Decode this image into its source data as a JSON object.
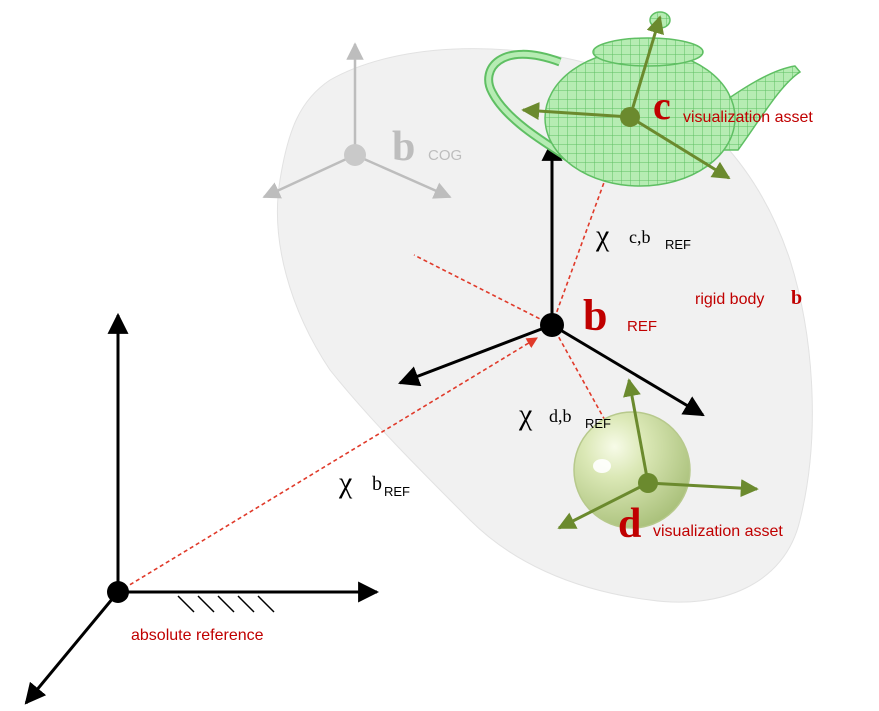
{
  "frames": {
    "cog": {
      "letter": "b",
      "subscript": "COG"
    },
    "ref": {
      "letter": "b",
      "subscript": "REF"
    },
    "c": {
      "letter": "c",
      "caption": "visualization asset"
    },
    "d": {
      "letter": "d",
      "caption": "visualization asset"
    },
    "absolute": {
      "caption": "absolute reference"
    }
  },
  "body": {
    "caption": "rigid body",
    "letter": "b"
  },
  "transforms": {
    "chi_b": {
      "symbol": "χ",
      "sub": "b",
      "subsub": "REF"
    },
    "chi_cb": {
      "symbol": "χ",
      "sub": "c,b",
      "subsub": "REF"
    },
    "chi_db": {
      "symbol": "χ",
      "sub": "d,b",
      "subsub": "REF"
    }
  },
  "colors": {
    "label_red": "#c00000",
    "vector_red": "#e03a2a",
    "grey_frame": "#bdbdbd",
    "green_frame": "#6b8a2e",
    "body_fill": "#f1f1f1",
    "teapot": "#9fe0a0"
  },
  "icons": {
    "teapot": "teapot-icon",
    "sphere": "sphere-icon",
    "ground": "ground-hatch-icon"
  }
}
